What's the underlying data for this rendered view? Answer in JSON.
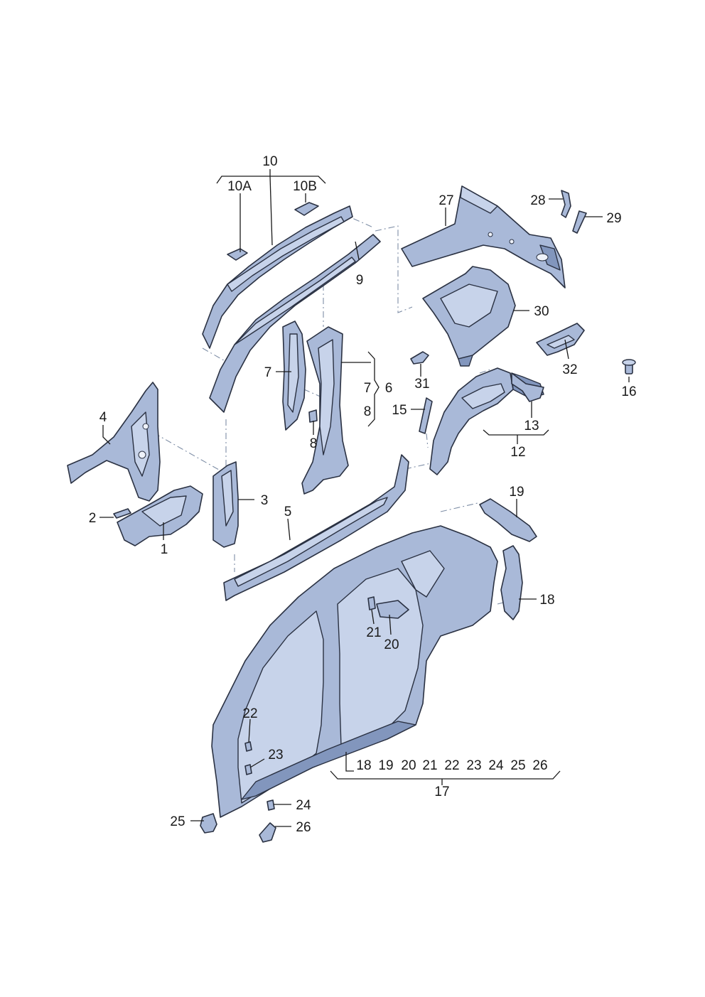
{
  "labels": {
    "l1": "1",
    "l2": "2",
    "l3": "3",
    "l4": "4",
    "l5": "5",
    "l6": "6",
    "l7a": "7",
    "l7b": "7",
    "l8a": "8",
    "l8b": "8",
    "l9": "9",
    "l10": "10",
    "l10a": "10A",
    "l10b": "10B",
    "l12": "12",
    "l13": "13",
    "l15": "15",
    "l16": "16",
    "l17": "17",
    "l18a": "18",
    "l19a": "19",
    "l20a": "20",
    "l21a": "21",
    "l22a": "22",
    "l23a": "23",
    "l24a": "24",
    "l25a": "25",
    "l26a": "26",
    "l27": "27",
    "l28": "28",
    "l29": "29",
    "l30": "30",
    "l31": "31",
    "l32": "32"
  },
  "group17": [
    "18",
    "19",
    "20",
    "21",
    "22",
    "23",
    "24",
    "25",
    "26"
  ]
}
